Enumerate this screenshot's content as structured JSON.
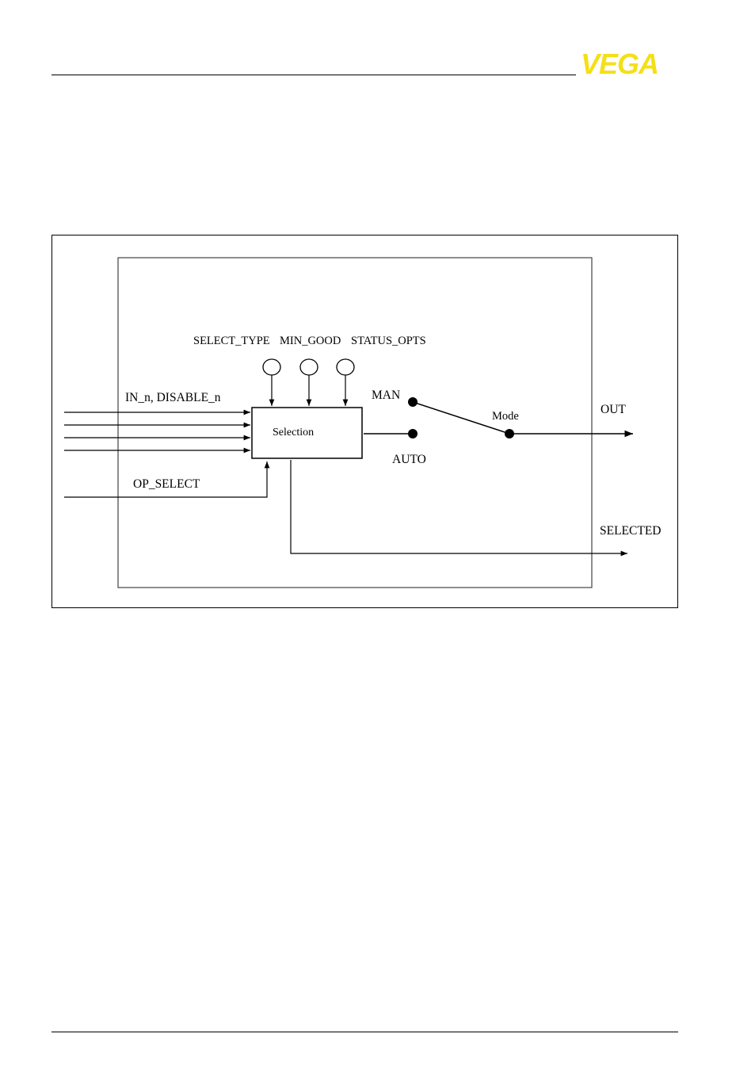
{
  "header": {
    "logo_text": "VEGA",
    "brand_color": "#f5df16"
  },
  "diagram": {
    "param_labels": {
      "select_type": "SELECT_TYPE",
      "min_good": "MIN_GOOD",
      "status_opts": "STATUS_OPTS"
    },
    "inputs_label": "IN_n, DISABLE_n",
    "op_select_label": "OP_SELECT",
    "selection_label": "Selection",
    "man_label": "MAN",
    "auto_label": "AUTO",
    "mode_label": "Mode",
    "out_label": "OUT",
    "selected_label": "SELECTED"
  }
}
